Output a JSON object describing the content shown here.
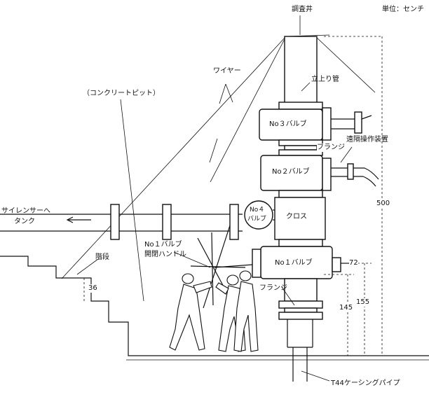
{
  "labels": {
    "survey_well": "調査井",
    "unit": "単位：センチ",
    "riser_pipe": "立上り管",
    "wire": "ワイヤー",
    "concrete_pit": "（コンクリートピット）",
    "valve3": "No３バルブ",
    "flange_upper": "フランジ",
    "remote_control": "遠隔操作装置",
    "valve2": "No２バルブ",
    "silencer": "サイレンサーへ",
    "tank": "タンク",
    "valve4_line1": "No４",
    "valve4_line2": "バルブ",
    "cross": "クロス",
    "dim_500": "500",
    "valve1_handle_line1": "No１バルブ",
    "valve1_handle_line2": "開閉ハンドル",
    "stairs": "階段",
    "valve1": "No１バルブ",
    "dim_72": "72",
    "flange_lower": "フランジ",
    "dim_36": "36",
    "dim_155": "155",
    "dim_145": "145",
    "casing_pipe": "T44ケーシングパイプ"
  }
}
